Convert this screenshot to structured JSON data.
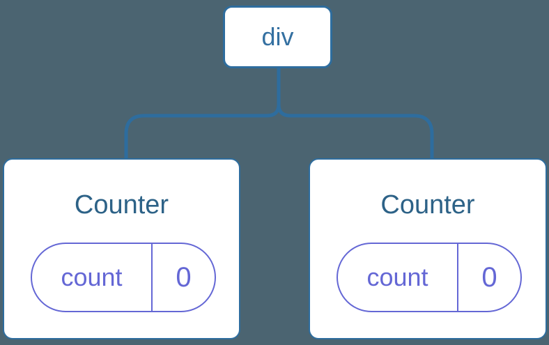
{
  "diagram": {
    "description": "component-tree",
    "root": {
      "label": "div"
    },
    "counters": [
      {
        "title": "Counter",
        "state": {
          "key": "count",
          "value": "0"
        }
      },
      {
        "title": "Counter",
        "state": {
          "key": "count",
          "value": "0"
        }
      }
    ]
  },
  "colors": {
    "background": "#4b6471",
    "node_background": "#ffffff",
    "node_border_blue": "#2e6d9e",
    "connector_blue": "#2e6d9e",
    "root_label_blue": "#3470a1",
    "title_blue": "#2d6287",
    "state_purple": "#6467d5"
  }
}
